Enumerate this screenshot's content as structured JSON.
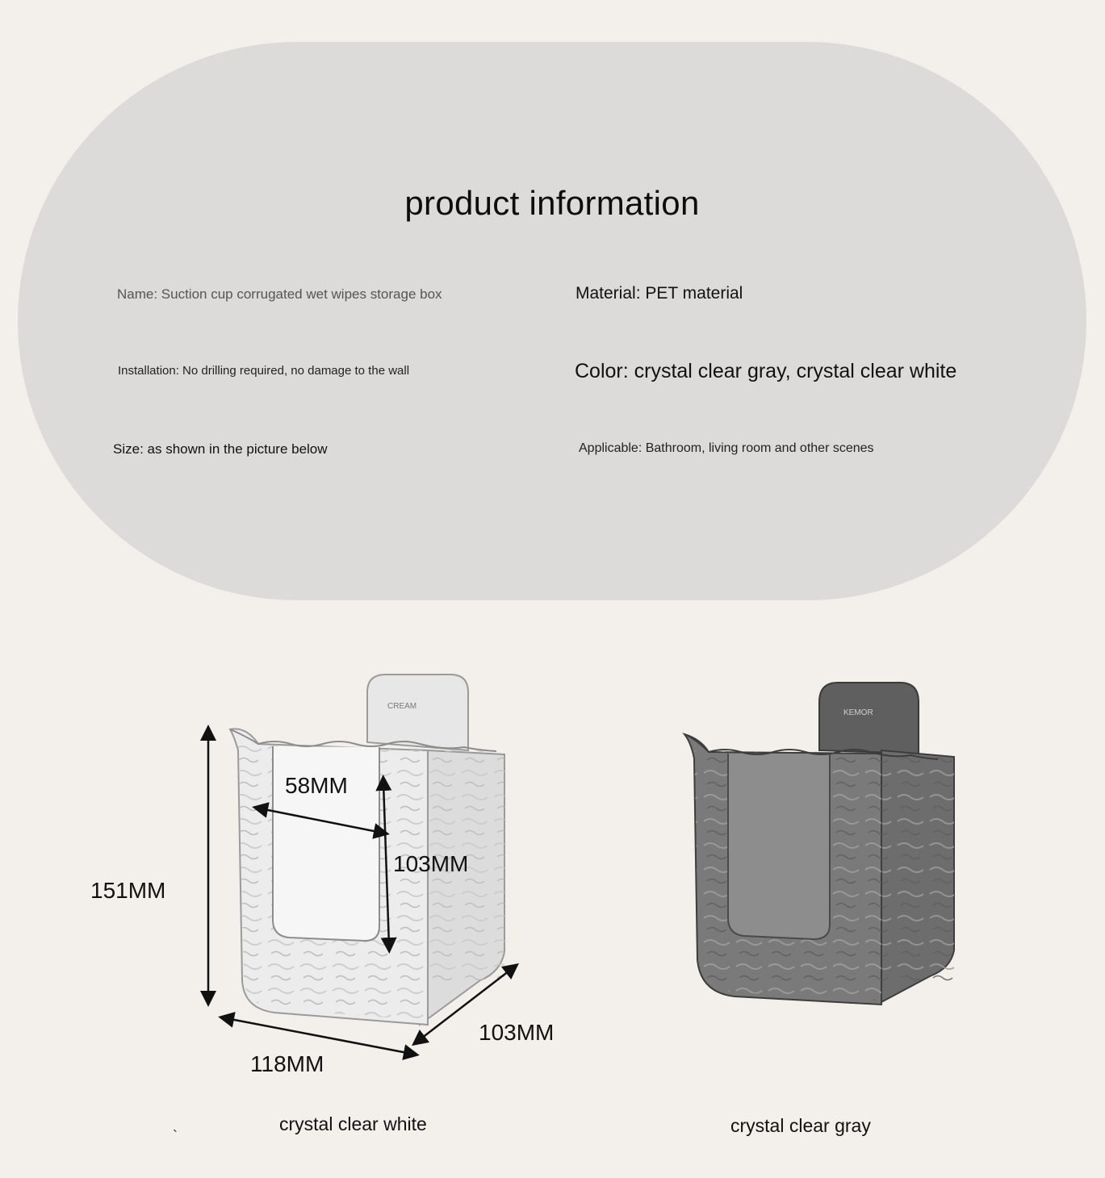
{
  "panel": {
    "title": "product information",
    "specs": {
      "name": "Name: Suction cup corrugated wet wipes storage box",
      "material": "Material: PET material",
      "installation": "Installation: No drilling required, no damage to the wall",
      "color": "Color: crystal clear gray, crystal clear white",
      "size": "Size: as shown in the picture below",
      "applicable": "Applicable: Bathroom, living room and other scenes"
    }
  },
  "products": {
    "white": {
      "caption": "crystal clear white",
      "hook_text": "CREAM",
      "dimensions": {
        "height": "151MM",
        "opening_width": "58MM",
        "opening_height": "103MM",
        "width": "118MM",
        "depth": "103MM"
      }
    },
    "gray": {
      "caption": "crystal clear gray",
      "hook_text": "KEMOR"
    }
  },
  "stray_mark": "`"
}
